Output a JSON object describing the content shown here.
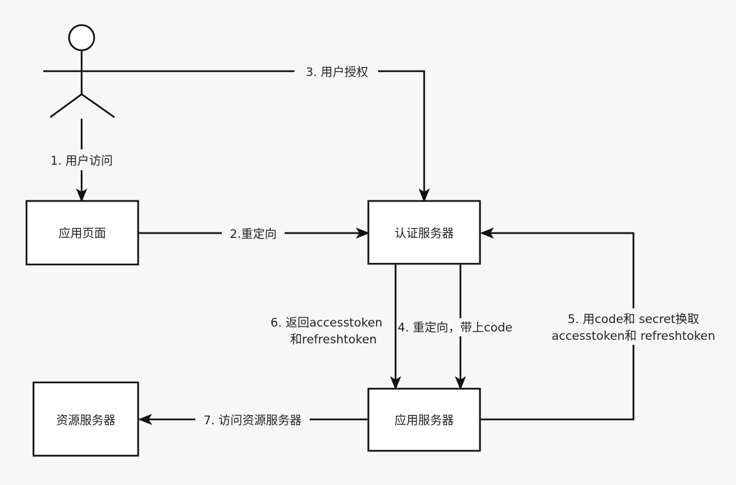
{
  "diagram": {
    "nodes": {
      "app_page": "应用页面",
      "auth_server": "认证服务器",
      "app_server": "应用服务器",
      "resource_server": "资源服务器"
    },
    "edges": {
      "step1": "1. 用户访问",
      "step2": "2.重定向",
      "step3": "3. 用户授权",
      "step4": "4. 重定向，带上code",
      "step5_line1": "5. 用code和 secret换取",
      "step5_line2": "accesstoken和 refreshtoken",
      "step6_line1": "6. 返回accesstoken",
      "step6_line2": "和refreshtoken",
      "step7": "7. 访问资源服务器"
    },
    "colors": {
      "background": "#f7f7f7",
      "stroke": "#111111",
      "text": "#222222",
      "node_fill": "#ffffff"
    }
  }
}
